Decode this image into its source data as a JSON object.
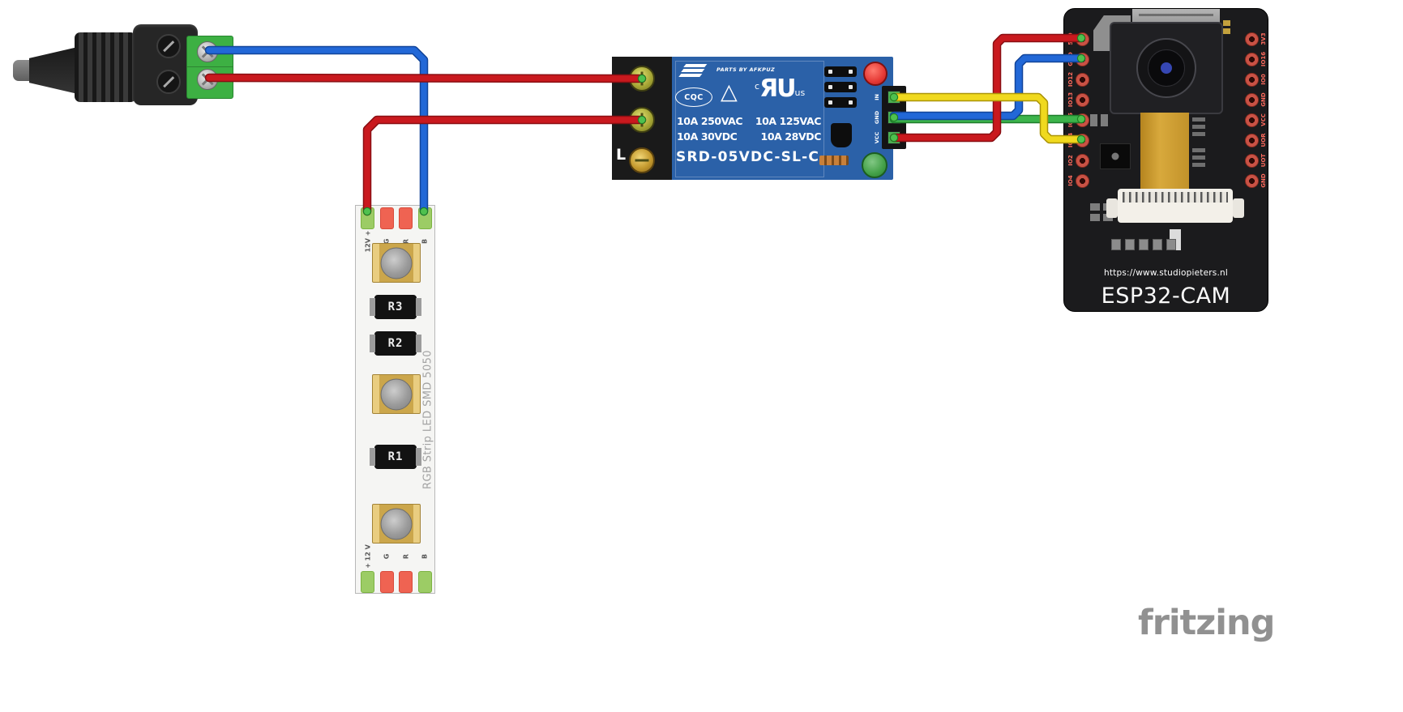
{
  "colors": {
    "wire_red": "#c9191e",
    "wire_blue": "#2268d7",
    "wire_yellow": "#f0d91e",
    "wire_green": "#3cb44b",
    "relay_board": "#2b61a8",
    "esp_board": "#1b1b1d",
    "terminal_green": "#3db043"
  },
  "watermark": "fritzing",
  "relay": {
    "brand_text": "PARTS BY AFKPUZ",
    "cqc_label": "CQC",
    "triangle_glyph": "△",
    "ul_c": "c",
    "ul_mark": "ЯU",
    "ul_us": "us",
    "rating_ac_1": "10A 250VAC",
    "rating_ac_2": "10A 125VAC",
    "rating_dc_1": "10A 30VDC",
    "rating_dc_2": "10A 28VDC",
    "model": "SRD-05VDC-SL-C",
    "corner_mark": "L",
    "pin_labels": [
      "IN",
      "GND",
      "VCC"
    ]
  },
  "led_strip": {
    "title": "RGB Strip LED SMD 5050",
    "top_pad_labels": [
      "12V +",
      "G",
      "R",
      "B"
    ],
    "bottom_pad_labels": [
      "+ 12 V",
      "G",
      "R",
      "B"
    ],
    "resistor_labels": [
      "R3",
      "R2",
      "R1"
    ]
  },
  "esp32": {
    "url": "https://www.studiopieters.nl",
    "title": "ESP32-CAM",
    "left_pin_labels": [
      "5V0",
      "GND",
      "IO12",
      "IO13",
      "IO15",
      "IO14",
      "IO2",
      "IO4"
    ],
    "right_pin_labels": [
      "3V3",
      "IO16",
      "IO0",
      "GND",
      "VCC",
      "UOR",
      "UOT",
      "GND"
    ]
  }
}
